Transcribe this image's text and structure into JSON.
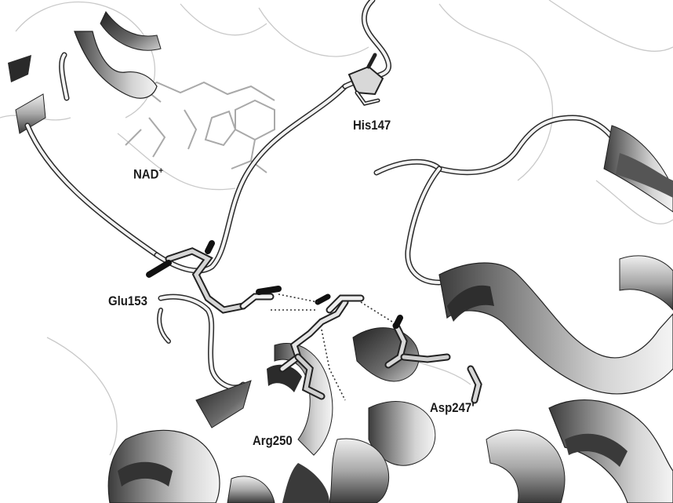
{
  "labels": {
    "his": "His147",
    "nad": "NAD",
    "nad_charge": "+",
    "glu": "Glu153",
    "arg": "Arg250",
    "asp": "Asp247'"
  },
  "colors": {
    "ribbon_light": "#e2e2e2",
    "ribbon_mid": "#9a9a9a",
    "ribbon_dark": "#3a3a3a",
    "stick_dark": "#2a2a2a",
    "label": "#1a1a1a"
  }
}
